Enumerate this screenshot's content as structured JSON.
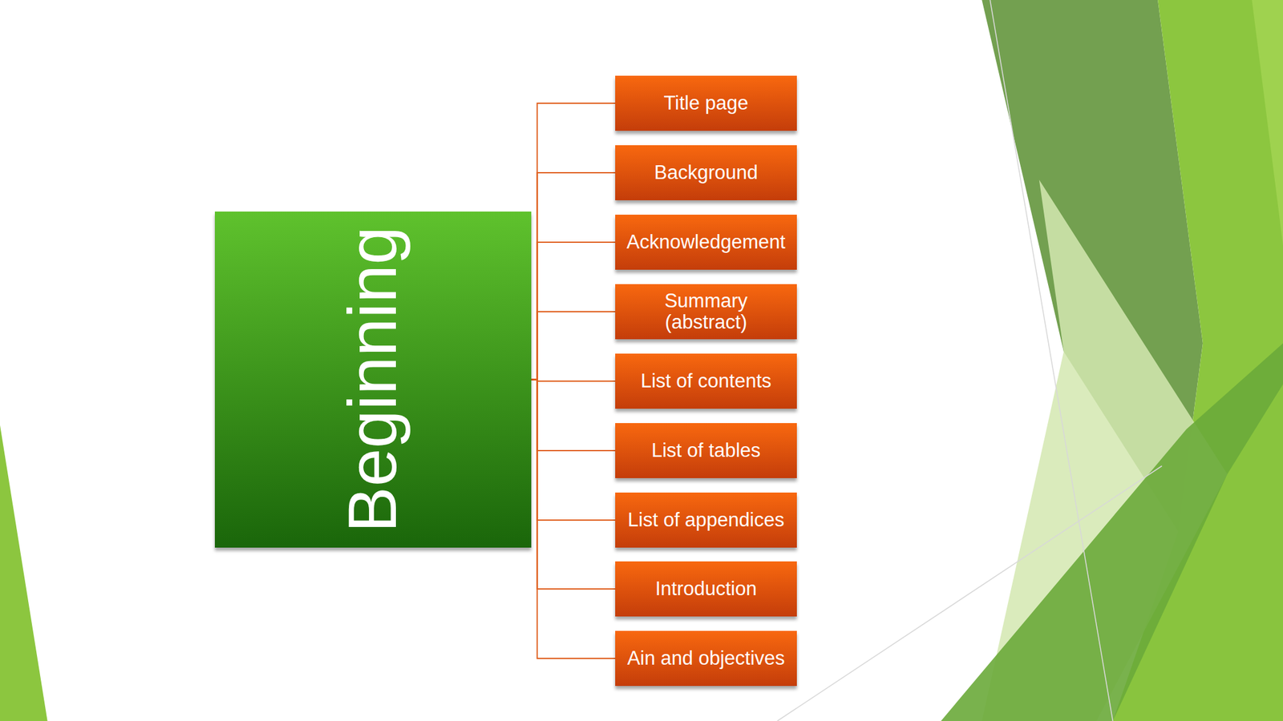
{
  "diagram": {
    "nodes": [
      {
        "text": [
          "Beginning"
        ]
      },
      {
        "text": [
          "Title page"
        ]
      },
      {
        "text": [
          "Background"
        ]
      },
      {
        "text": [
          "Acknowledgement"
        ]
      },
      {
        "text": [
          "Summary (abstract)"
        ]
      },
      {
        "text": [
          "List of contents"
        ]
      },
      {
        "text": [
          "List of tables"
        ]
      },
      {
        "text": [
          "List of appendices"
        ]
      },
      {
        "text": [
          "Introduction"
        ]
      },
      {
        "text": [
          "Ain and objectives"
        ]
      }
    ],
    "edges": [
      {
        "from": 0,
        "to": 1,
        "arrow": "none"
      },
      {
        "from": 0,
        "to": 2,
        "arrow": "none"
      },
      {
        "from": 0,
        "to": 3,
        "arrow": "none"
      },
      {
        "from": 0,
        "to": 4,
        "arrow": "none"
      },
      {
        "from": 0,
        "to": 5,
        "arrow": "none"
      },
      {
        "from": 0,
        "to": 6,
        "arrow": "none"
      },
      {
        "from": 0,
        "to": 7,
        "arrow": "none"
      },
      {
        "from": 0,
        "to": 8,
        "arrow": "none"
      },
      {
        "from": 0,
        "to": 9,
        "arrow": "none"
      }
    ]
  }
}
